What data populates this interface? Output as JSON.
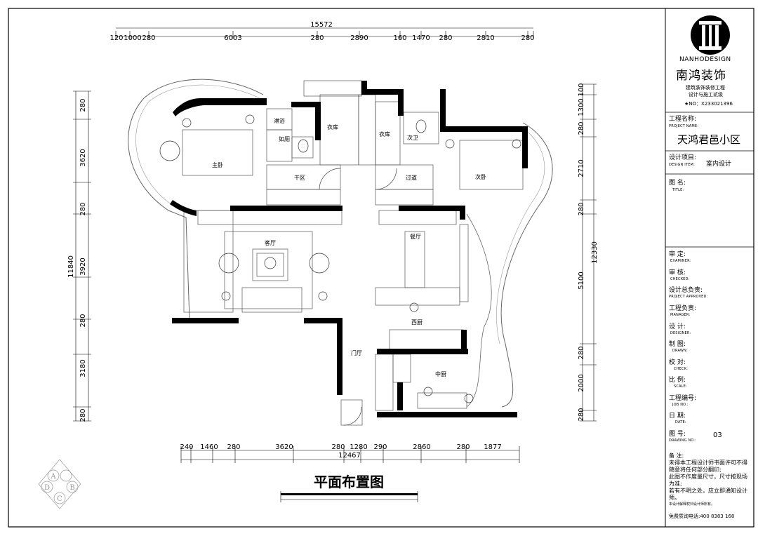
{
  "drawing": {
    "title": "平面布置图",
    "dims_top": [
      "120",
      "1000",
      "280",
      "6003",
      "280",
      "2890",
      "160",
      "1470",
      "280",
      "2810",
      "280"
    ],
    "dim_top_total": "15572",
    "dims_bottom": [
      "240",
      "1460",
      "280",
      "3620",
      "280",
      "1280",
      "290",
      "2860",
      "280",
      "1877"
    ],
    "dim_bottom_total": "12467",
    "dims_left": [
      "280",
      "3620",
      "280",
      "3920",
      "280",
      "3180",
      "280"
    ],
    "dim_left_total": "11840",
    "dims_right": [
      "100",
      "1300",
      "280",
      "2710",
      "280",
      "5100",
      "280",
      "2000",
      "280"
    ],
    "dim_right_total": "12330",
    "rooms": {
      "master_bedroom": "主卧",
      "shower": "淋浴",
      "toilet_room": "如厕",
      "closet1": "衣库",
      "closet2": "衣库",
      "second_bath": "次卫",
      "second_bedroom": "次卧",
      "dry_area": "干区",
      "corridor": "过道",
      "living_room": "客厅",
      "dining_room": "餐厅",
      "western_kitchen": "西厨",
      "foyer": "门厅",
      "chinese_kitchen": "中厨"
    },
    "stamp_letters": [
      "A",
      "B",
      "C",
      "D"
    ]
  },
  "title_block": {
    "brand_en": "NANHODESIGN",
    "brand_cn": "南鸿装饰",
    "tagline1": "建筑装饰装修工程",
    "tagline2": "设计与施工贰级",
    "cert": "★NO：X233021396",
    "project_name_label": "工程名称:",
    "project_name_sub": "PROJECT NAME:",
    "project_name": "天鸿君邑小区",
    "design_item_label": "设计项目:",
    "design_item_sub": "DESIGN ITEM:",
    "design_item": "室内设计",
    "figure_name_label": "图  名:",
    "figure_name_sub": "TITLE:",
    "examiner_label": "审    定:",
    "examiner_sub": "EXAMINER:",
    "checked_label": "审    核:",
    "checked_sub": "CHECKED:",
    "approved_label": "设计总负责:",
    "approved_sub": "PROJECT APPROVED:",
    "manager_label": "工程负责:",
    "manager_sub": "MANAGER:",
    "designer_label": "设    计:",
    "designer_sub": "DESIGNER:",
    "drawn_label": "制    图:",
    "drawn_sub": "DRAWN:",
    "check_label": "校    对:",
    "check_sub": "CHECK:",
    "scale_label": "比    例:",
    "scale_sub": "SCALE:",
    "job_label": "工程编号:",
    "job_sub": "JOB NO.:",
    "date_label": "日    期:",
    "date_sub": "DATE:",
    "drawing_no_label": "图    号:",
    "drawing_no_sub": "DRAWING NO.:",
    "drawing_no": "03",
    "notes_label": "备    注:",
    "note1": "未得本工程设计师书面许可不得",
    "note2": "随意将任何部分翻印;",
    "note3": "此图不作度量尺寸，尺寸按现场",
    "note4": "为准;",
    "note5": "若有不明之处，应立即通知设计",
    "note6": "师。",
    "note7": "本设计解释权归设计师所有。",
    "hotline": "免费质询电话:400  8383  168"
  }
}
